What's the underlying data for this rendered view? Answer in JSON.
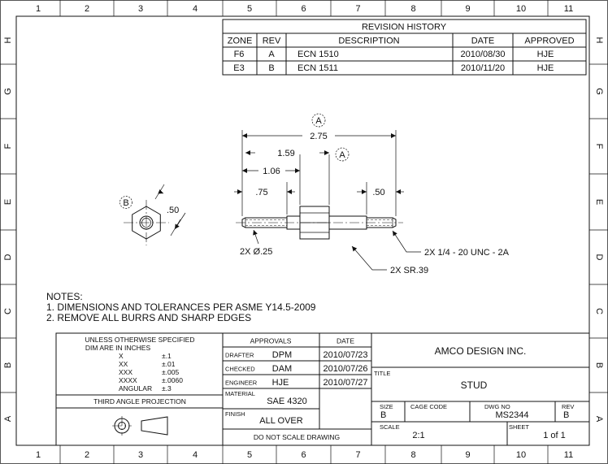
{
  "zones": {
    "columns": [
      "1",
      "2",
      "3",
      "4",
      "5",
      "6",
      "7",
      "8",
      "9",
      "10",
      "11"
    ],
    "rows": [
      "H",
      "G",
      "F",
      "E",
      "D",
      "C",
      "B",
      "A"
    ]
  },
  "revision": {
    "title": "REVISION HISTORY",
    "headers": [
      "ZONE",
      "REV",
      "DESCRIPTION",
      "DATE",
      "APPROVED"
    ],
    "rows": [
      [
        "F6",
        "A",
        "ECN 1510",
        "2010/08/30",
        "HJE"
      ],
      [
        "E3",
        "B",
        "ECN 1511",
        "2010/11/20",
        "HJE"
      ]
    ]
  },
  "drawing": {
    "dims": {
      "overall": "2.75",
      "to_nut_far": "1.59",
      "to_nut_near": "1.06",
      "left_thread": ".75",
      "right_thread": ".50",
      "hex_flat": ".50",
      "diameter": "2X Ø.25",
      "thread": "2X 1/4 - 20 UNC - 2A",
      "radius": "2X SR.39"
    },
    "balloons": {
      "a": "A",
      "b": "B"
    }
  },
  "notes": {
    "title": "NOTES:",
    "items": [
      "1. DIMENSIONS AND TOLERANCES PER ASME Y14.5-2009",
      "2. REMOVE ALL BURRS AND SHARP EDGES"
    ]
  },
  "tol": {
    "title": "UNLESS OTHERWISE SPECIFIED",
    "subtitle": "DIM ARE IN INCHES",
    "rows": [
      [
        "X",
        "±.1"
      ],
      [
        "XX",
        "±.01"
      ],
      [
        "XXX",
        "±.005"
      ],
      [
        "XXXX",
        "±.0060"
      ],
      [
        "ANGULAR",
        "±.3"
      ]
    ],
    "projection": "THIRD ANGLE PROJECTION"
  },
  "approvals": {
    "header": "APPROVALS",
    "date_header": "DATE",
    "rows": [
      [
        "DRAFTER",
        "DPM",
        "2010/07/23"
      ],
      [
        "CHECKED",
        "DAM",
        "2010/07/26"
      ],
      [
        "ENGINEER",
        "HJE",
        "2010/07/27"
      ]
    ]
  },
  "material": {
    "label": "MATERIAL",
    "value": "SAE 4320"
  },
  "finish": {
    "label": "FINISH",
    "value": "ALL OVER"
  },
  "noscale": "DO NOT SCALE DRAWING",
  "title_block": {
    "company": "AMCO DESIGN INC.",
    "title_label": "TITLE",
    "title": "STUD",
    "size_label": "SIZE",
    "size": "B",
    "cage_label": "CAGE CODE",
    "dwg_label": "DWG NO",
    "dwg": "MS2344",
    "rev_label": "REV",
    "rev": "B",
    "scale_label": "SCALE",
    "scale": "2:1",
    "sheet_label": "SHEET",
    "sheet": "1 of 1"
  }
}
